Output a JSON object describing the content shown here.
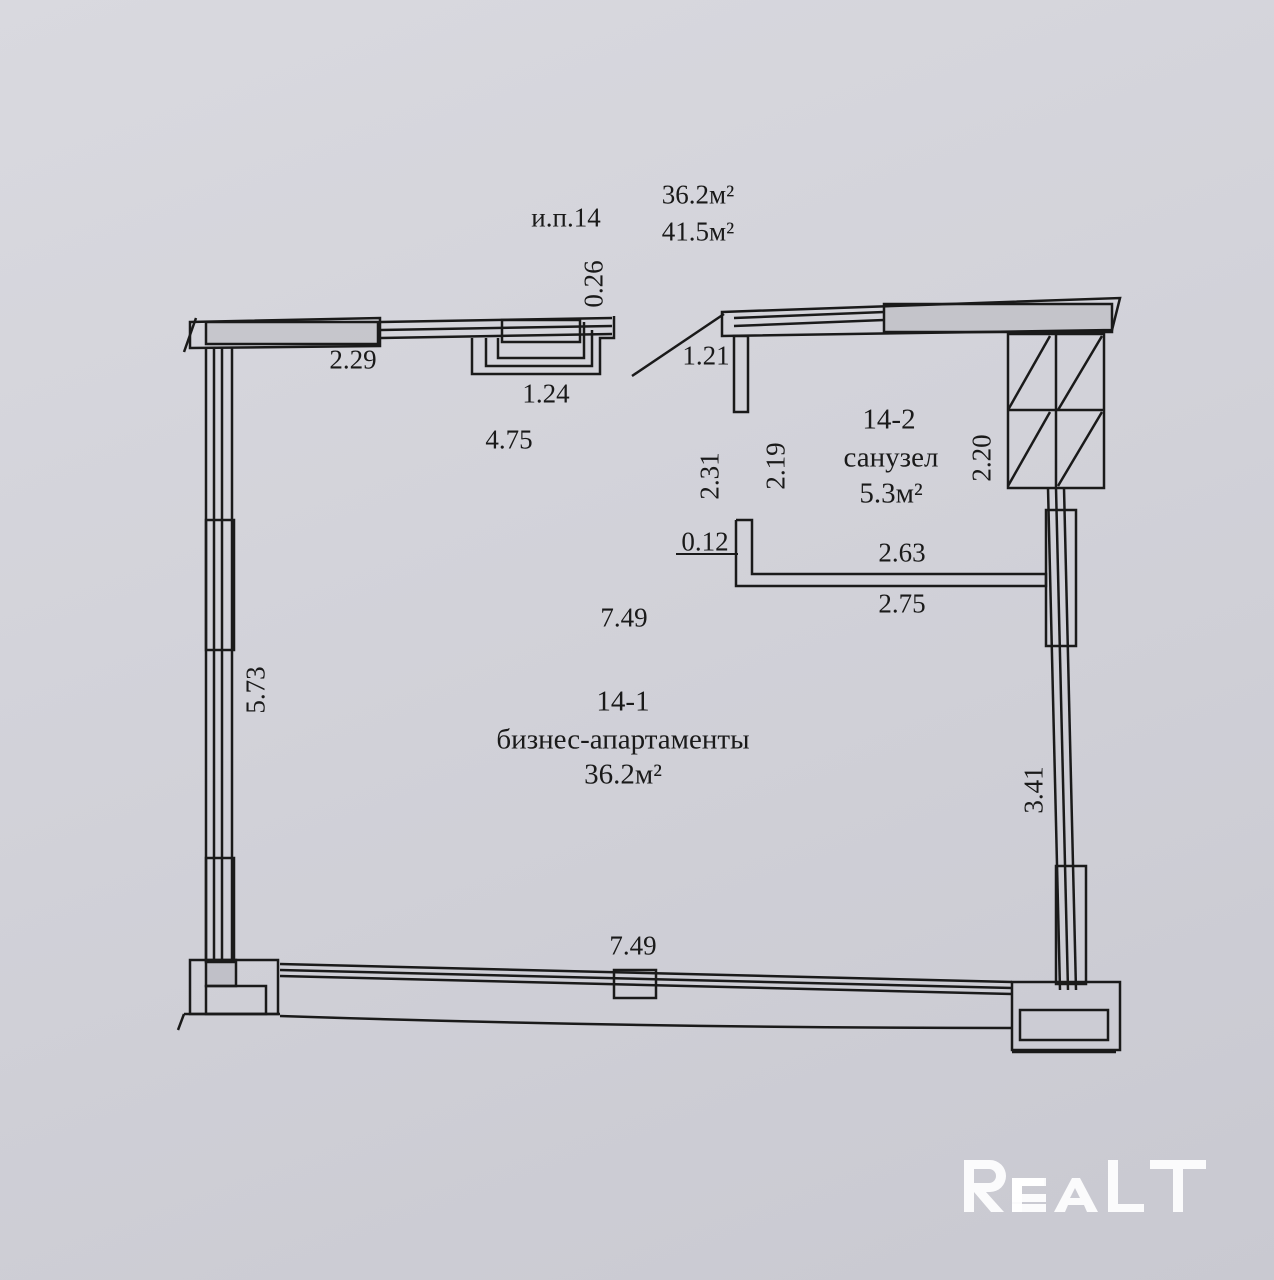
{
  "header": {
    "unit_label": "и.п.14",
    "area_1": "36.2м²",
    "area_2": "41.5м²"
  },
  "rooms": {
    "main": {
      "number": "14-1",
      "name": "бизнес-апартаменты",
      "area": "36.2м²"
    },
    "bath": {
      "number": "14-2",
      "name": "санузел",
      "area": "5.3м²"
    }
  },
  "dimensions": {
    "top_left_wall": "2.29",
    "niche_width": "1.24",
    "niche_depth": "0.26",
    "top_span": "4.75",
    "door_gap": "1.21",
    "bath_height_left": "2.31",
    "bath_height_inner": "2.19",
    "bath_height_right": "2.20",
    "partition_thickness": "0.12",
    "bath_width_inner": "2.63",
    "bath_width_outer": "2.75",
    "main_width": "7.49",
    "left_wall": "5.73",
    "right_wall": "3.41",
    "bottom_wall": "7.49"
  },
  "watermark": {
    "text": "REALT"
  },
  "colors": {
    "line": "#1a1a1a",
    "background": "#d4d4db",
    "watermark": "#ffffff"
  }
}
